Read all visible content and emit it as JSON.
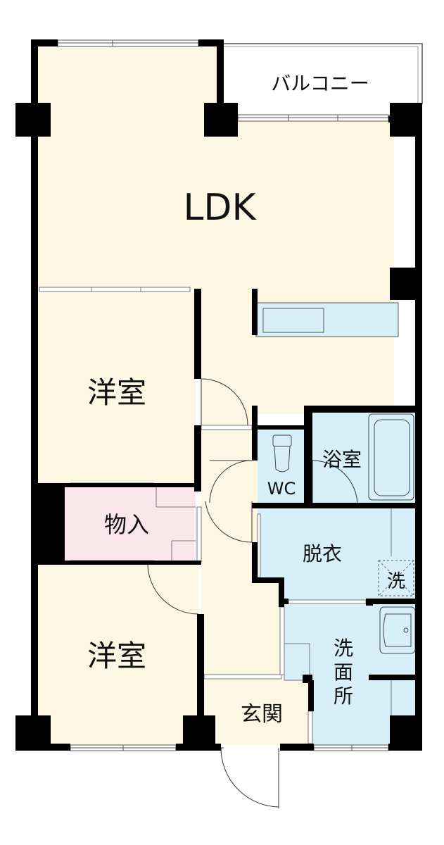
{
  "plan": {
    "labels": {
      "ldk": "LDK",
      "balcony": "バルコニー",
      "western1": "洋室",
      "western2": "洋室",
      "storage": "物入",
      "wc": "WC",
      "bath": "浴室",
      "dressing": "脱衣",
      "washer": "洗",
      "washroom_1": "洗",
      "washroom_2": "面",
      "washroom_3": "所",
      "entrance": "玄関"
    },
    "colors": {
      "wall": "#000000",
      "living_floor": "#fdf6e3",
      "wet_area": "#d6eff8",
      "storage_floor": "#fbe6ec",
      "outdoor": "#ffffff"
    }
  }
}
